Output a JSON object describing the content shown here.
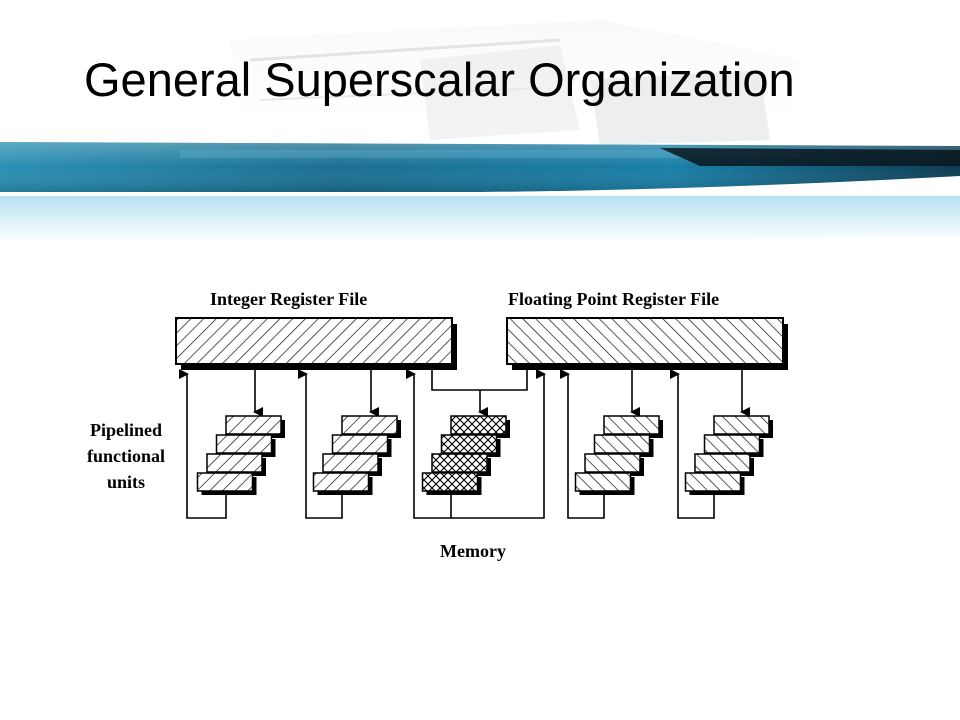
{
  "slide": {
    "title": "General Superscalar Organization"
  },
  "diagram": {
    "integer_register_file_label": "Integer Register File",
    "floating_point_register_file_label": "Floating Point Register File",
    "pipelined_units_label": [
      "Pipelined",
      "functional",
      "units"
    ],
    "memory_label": "Memory"
  },
  "colors": {
    "banner_dark": "#0b2230",
    "banner_teal": "#1d7fa3",
    "banner_light": "#bfe6f4",
    "text": "#000000"
  }
}
